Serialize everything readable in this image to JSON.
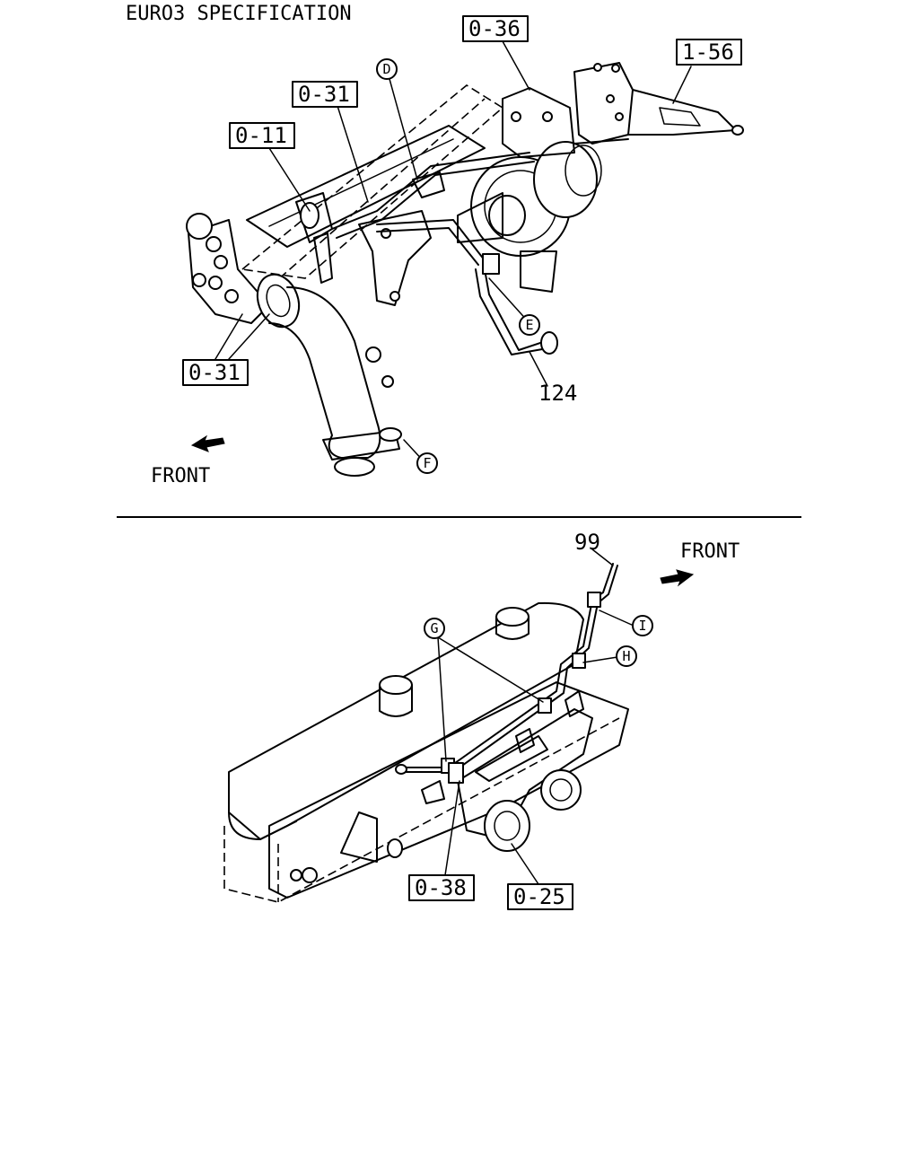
{
  "title": "EURO3 SPECIFICATION",
  "top_view": {
    "callout_boxes": [
      "0-36",
      "1-56",
      "0-31",
      "0-11",
      "0-31"
    ],
    "circle_refs": [
      "D",
      "E",
      "F"
    ],
    "part_numbers": [
      "124"
    ],
    "direction_label": "FRONT"
  },
  "bottom_view": {
    "callout_boxes": [
      "0-38",
      "0-25"
    ],
    "circle_refs": [
      "I",
      "H",
      "G"
    ],
    "part_numbers": [
      "99"
    ],
    "direction_label": "FRONT"
  }
}
